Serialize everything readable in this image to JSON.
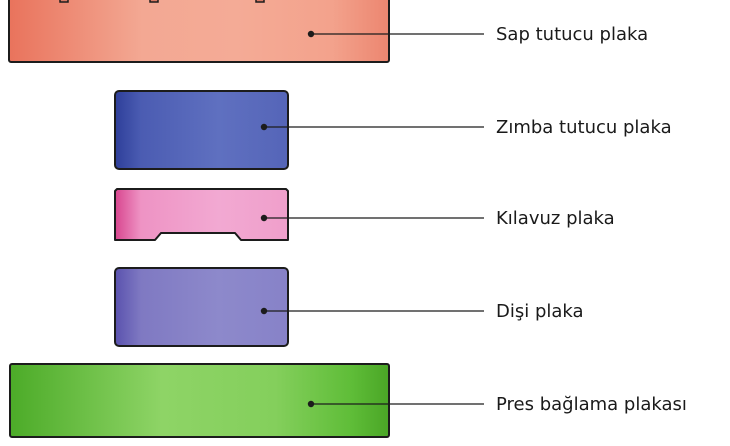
{
  "plates": [
    {
      "id": "sap-tutucu",
      "label": "Sap tutucu plaka",
      "color": "#f09a85"
    },
    {
      "id": "zimba-tutucu",
      "label": "Zımba tutucu plaka",
      "color": "#5566b8"
    },
    {
      "id": "kilavuz",
      "label": "Kılavuz plaka",
      "color": "#f0a4cf"
    },
    {
      "id": "disi",
      "label": "Dişi plaka",
      "color": "#8a86c8"
    },
    {
      "id": "pres-baglama",
      "label": "Pres bağlama plakası",
      "color": "#7cca52"
    }
  ]
}
